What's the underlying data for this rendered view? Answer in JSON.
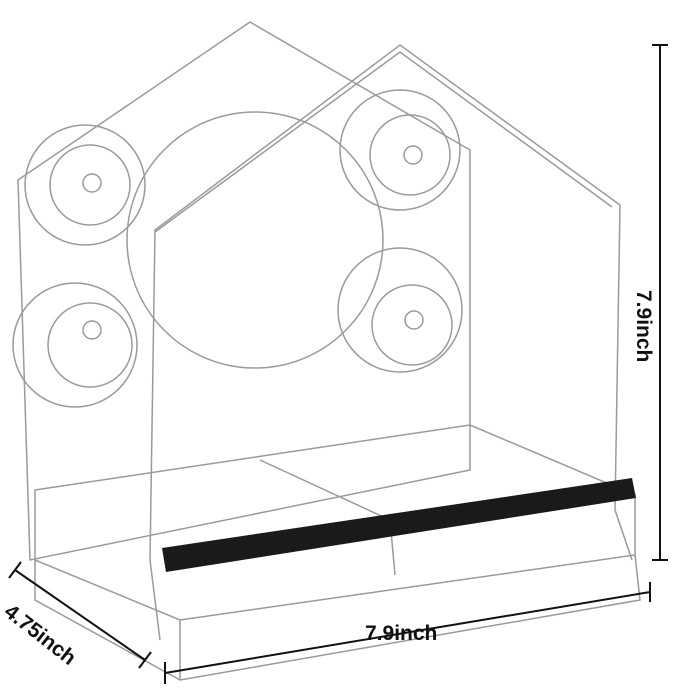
{
  "dimensions": {
    "height": "7.9inch",
    "width": "7.9inch",
    "depth": "4.75inch"
  },
  "colors": {
    "acrylic_edge": "#9a9a9a",
    "perch": "#1a1a1a",
    "dimension_line": "#111111"
  }
}
